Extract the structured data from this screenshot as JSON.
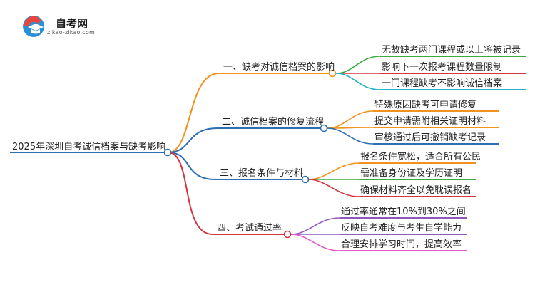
{
  "brand": {
    "name": "自考网",
    "url": "zikao-zikao.com"
  },
  "root": "2025年深圳自考诚信档案与缺考影响",
  "branches": [
    {
      "label": "一、缺考对诚信档案的影响",
      "color": "#f0921c",
      "children": [
        {
          "text": "无故缺考两门课程或以上将被记录",
          "color": "#3bab3f"
        },
        {
          "text": "影响下一次报考课程数量限制",
          "color": "#d4343f"
        },
        {
          "text": "一门课程缺考不影响诚信档案",
          "color": "#23b3c6"
        }
      ]
    },
    {
      "label": "二、诚信档案的修复流程",
      "color": "#2c6db4",
      "children": [
        {
          "text": "特殊原因缺考可申请修复",
          "color": "#f0921c"
        },
        {
          "text": "提交申请需附相关证明材料",
          "color": "#f0921c"
        },
        {
          "text": "审核通过后可撤销缺考记录",
          "color": "#2c6db4"
        }
      ]
    },
    {
      "label": "三、报名条件与材料",
      "color": "#2c6db4",
      "children": [
        {
          "text": "报名条件宽松，适合所有公民",
          "color": "#f0921c"
        },
        {
          "text": "需准备身份证及学历证明",
          "color": "#3bab3f"
        },
        {
          "text": "确保材料齐全以免耽误报名",
          "color": "#d4343f"
        }
      ]
    },
    {
      "label": "四、考试通过率",
      "color": "#d4343f",
      "children": [
        {
          "text": "通过率通常在10%到30%之间",
          "color": "#8e59b8"
        },
        {
          "text": "反映自考难度与考生自学能力",
          "color": "#8e59b8"
        },
        {
          "text": "合理安排学习时间，提高效率",
          "color": "#e35bc2"
        }
      ]
    }
  ]
}
